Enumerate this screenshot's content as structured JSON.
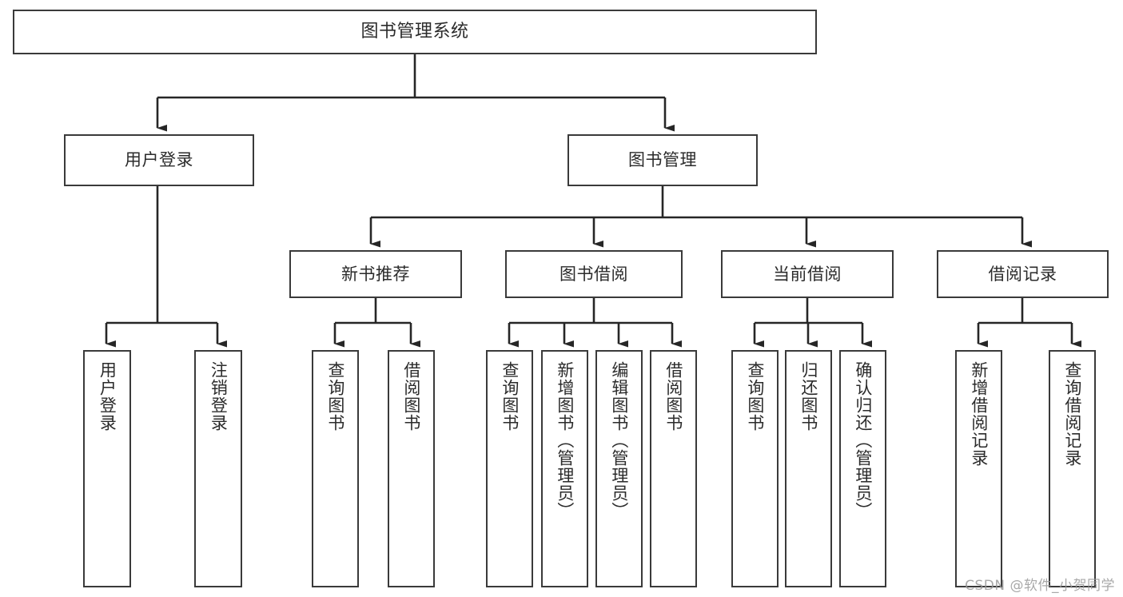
{
  "diagram": {
    "type": "tree",
    "title": "图书管理系统",
    "watermark": "CSDN @软件_小贺同学",
    "colors": {
      "box_border": "#3a3a3a",
      "box_fill": "#ffffff",
      "connector": "#262626",
      "text": "#2b2b2b",
      "watermark": "#9a9a9a"
    },
    "nodes": {
      "root": {
        "label": "图书管理系统"
      },
      "level2": [
        {
          "id": "user-login",
          "label": "用户登录"
        },
        {
          "id": "book-manage",
          "label": "图书管理"
        }
      ],
      "level3": [
        {
          "id": "new-book-recommend",
          "label": "新书推荐"
        },
        {
          "id": "book-borrow",
          "label": "图书借阅"
        },
        {
          "id": "current-borrow",
          "label": "当前借阅"
        },
        {
          "id": "borrow-record",
          "label": "借阅记录"
        }
      ],
      "leaves": [
        {
          "id": "leaf-user-login",
          "label": "用户登录",
          "parent": "user-login"
        },
        {
          "id": "leaf-logout",
          "label": "注销登录",
          "parent": "user-login"
        },
        {
          "id": "leaf-query-book-1",
          "label": "查询图书",
          "parent": "new-book-recommend"
        },
        {
          "id": "leaf-borrow-book-1",
          "label": "借阅图书",
          "parent": "new-book-recommend"
        },
        {
          "id": "leaf-query-book-2",
          "label": "查询图书",
          "parent": "book-borrow"
        },
        {
          "id": "leaf-add-book",
          "label": "新增图书（管理员）",
          "parent": "book-borrow"
        },
        {
          "id": "leaf-edit-book",
          "label": "编辑图书（管理员）",
          "parent": "book-borrow"
        },
        {
          "id": "leaf-borrow-book-2",
          "label": "借阅图书",
          "parent": "book-borrow"
        },
        {
          "id": "leaf-query-book-3",
          "label": "查询图书",
          "parent": "current-borrow"
        },
        {
          "id": "leaf-return-book",
          "label": "归还图书",
          "parent": "current-borrow"
        },
        {
          "id": "leaf-confirm-return",
          "label": "确认归还（管理员）",
          "parent": "current-borrow"
        },
        {
          "id": "leaf-add-record",
          "label": "新增借阅记录",
          "parent": "borrow-record"
        },
        {
          "id": "leaf-query-record",
          "label": "查询借阅记录",
          "parent": "borrow-record"
        }
      ]
    }
  }
}
